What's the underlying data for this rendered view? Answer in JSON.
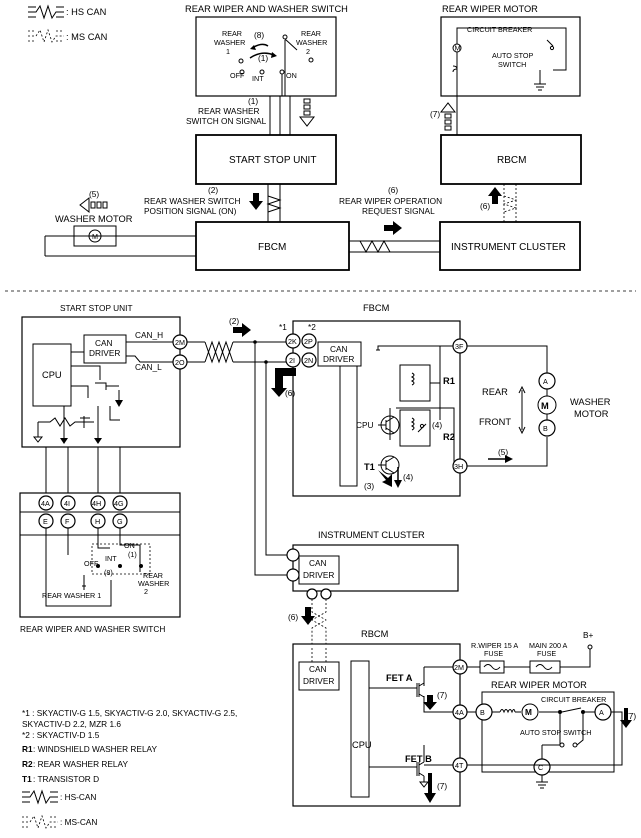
{
  "legend_top": {
    "hs": ": HS CAN",
    "ms": ": MS CAN"
  },
  "top": {
    "switch_title": "REAR WIPER AND WASHER SWITCH",
    "motor_title": "REAR WIPER MOTOR",
    "rear_washer_1": [
      "REAR",
      "WASHER",
      "1"
    ],
    "rear_washer_2": [
      "REAR",
      "WASHER",
      "2"
    ],
    "off": "OFF",
    "int": "INT",
    "on": "ON",
    "n8": "(8)",
    "n1": "(1)",
    "circuit_breaker": "CIRCUIT BREAKER",
    "auto_stop": [
      "AUTO STOP",
      "SWITCH"
    ],
    "signal1": [
      "(1)",
      "REAR WASHER",
      "SWITCH ON SIGNAL"
    ],
    "n7": "(7)",
    "start_stop_unit": "START STOP UNIT",
    "rbcm": "RBCM",
    "n5": "(5)",
    "signal2": [
      "(2)",
      "REAR WASHER SWITCH",
      "POSITION SIGNAL (ON)"
    ],
    "signal6": [
      "(6)",
      "REAR WIPER OPERATION",
      "REQUEST SIGNAL"
    ],
    "n6": "(6)",
    "washer_motor": "WASHER MOTOR",
    "fbcm": "FBCM",
    "instrument_cluster": "INSTRUMENT CLUSTER"
  },
  "bottom": {
    "start_stop_unit": "START STOP UNIT",
    "can_driver": [
      "CAN",
      "DRIVER"
    ],
    "can_h": "CAN_H",
    "can_l": "CAN_L",
    "cpu": "CPU",
    "pin_2m": "2M",
    "pin_2o": "2O",
    "n2": "(2)",
    "n6": "(6)",
    "fbcm": "FBCM",
    "star1": "*1",
    "star2": "*2",
    "pin_2k": "2K",
    "pin_2p": "2P",
    "pin_2i": "2I",
    "pin_2n": "2N",
    "pin_3f": "3F",
    "pin_3h": "3H",
    "r1": "R1",
    "r2": "R2",
    "t1": "T1",
    "n4": "(4)",
    "n3": "(3)",
    "n5": "(5)",
    "rear": "REAR",
    "front": "FRONT",
    "washer_motor": [
      "WASHER",
      "MOTOR"
    ],
    "pins_switch_top": [
      "4A",
      "4I",
      "4H",
      "4G"
    ],
    "pins_switch_bot": [
      "E",
      "F",
      "H",
      "G"
    ],
    "sw_on": "ON",
    "sw_n1": "(1)",
    "sw_off": "OFF",
    "sw_int": "INT",
    "sw_n8": "(8)",
    "rear_washer_2": [
      "REAR",
      "WASHER",
      "2"
    ],
    "rear_washer_1": "REAR WASHER 1",
    "switch_caption": "REAR WIPER AND WASHER SWITCH",
    "instrument_cluster": "INSTRUMENT CLUSTER",
    "rbcm": "RBCM",
    "fuse1": [
      "R.WIPER 15 A",
      "FUSE"
    ],
    "fuse2": [
      "MAIN 200 A",
      "FUSE"
    ],
    "bplus": "B+",
    "pin_2m_r": "2M",
    "pin_4a": "4A",
    "pin_4t": "4T",
    "fet_a": "FET A",
    "fet_b": "FET B",
    "n7": "(7)",
    "rear_wiper_motor": "REAR WIPER MOTOR",
    "circuit_breaker": "CIRCUIT BREAKER",
    "auto_stop_switch": "AUTO STOP SWITCH",
    "pin_b": "B",
    "pin_a": "A",
    "pin_c": "C"
  },
  "notes": {
    "star1_a": "*1 : SKYACTIV-G 1.5, SKYACTIV-G 2.0, SKYACTIV-G 2.5,",
    "star1_b": "SKYACTIV-D 2.2, MZR 1.6",
    "star2": "*2 : SKYACTIV-D 1.5",
    "r1_key": "R1",
    "r1_val": ": WINDSHIELD WASHER RELAY",
    "r2_key": "R2",
    "r2_val": ": REAR WASHER RELAY",
    "t1_key": "T1",
    "t1_val": ": TRANSISTOR D",
    "hs": ": HS-CAN",
    "ms": ": MS-CAN"
  }
}
